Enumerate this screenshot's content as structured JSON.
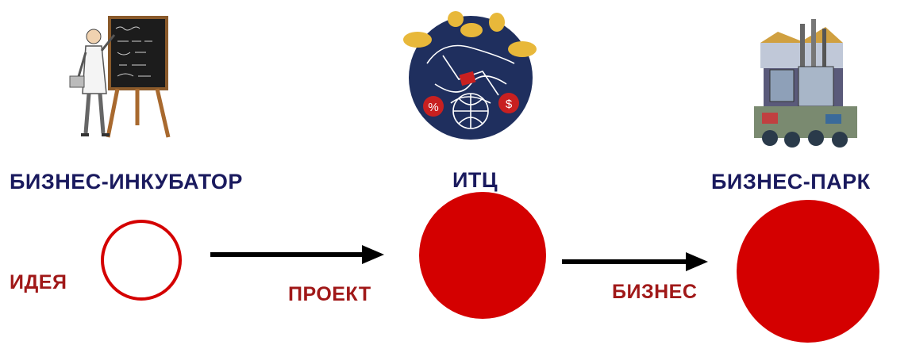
{
  "colors": {
    "title": "#1a1a5e",
    "stage": "#a01818",
    "circle_fill": "#d40000",
    "arrow": "#000000"
  },
  "stages": [
    {
      "title": "БИЗНЕС-ИНКУБАТОР",
      "label": "ИДЕЯ",
      "icon": "teacher-blackboard-icon",
      "circle": "outline"
    },
    {
      "title": "ИТЦ",
      "label": "ПРОЕКТ",
      "icon": "money-network-globe-icon",
      "circle": "filled"
    },
    {
      "title": "БИЗНЕС-ПАРК",
      "label": "БИЗНЕС",
      "icon": "industrial-city-icon",
      "circle": "filled"
    }
  ]
}
